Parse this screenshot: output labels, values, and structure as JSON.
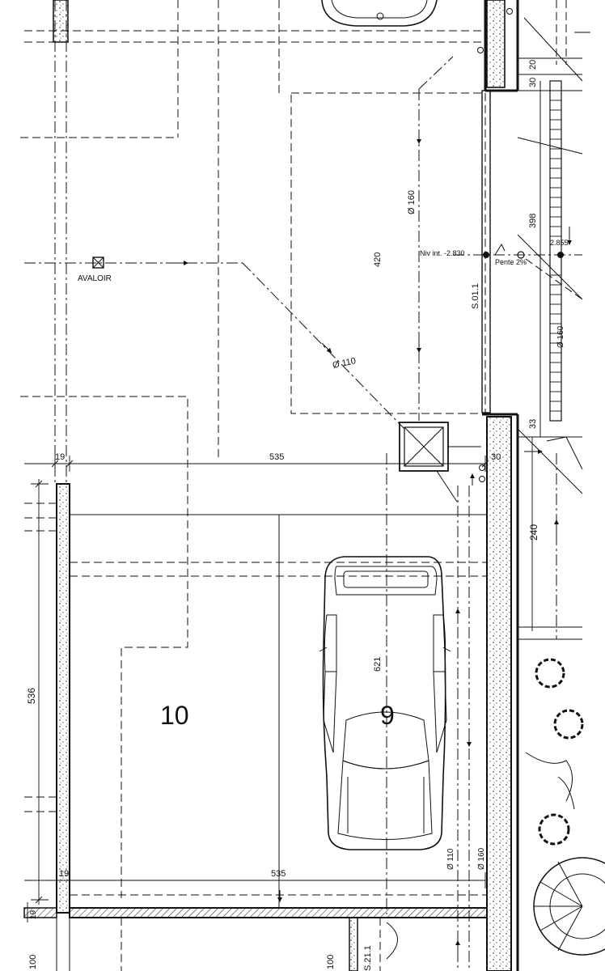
{
  "labels": {
    "avaloir": "AVALOIR",
    "pipe_160_upper": "Ø 160",
    "pipe_110_diag": "Ø 110",
    "niv_int": "Niv int. -2.830",
    "pente": "Pente 2%",
    "level_right": "2.855",
    "pipe_160_right": "Ø 160",
    "section_s011": "S.01.1",
    "pipe_110_lower": "Ø 110",
    "pipe_160_lower": "Ø 160",
    "section_s211": "S.21.1"
  },
  "spaces": {
    "space_10": "10",
    "space_9": "9"
  },
  "dimensions": {
    "d420": "420",
    "d398": "398",
    "d20": "20",
    "d30_top": "30",
    "d33": "33",
    "d30_mid": "30",
    "d240": "240",
    "d19_top": "19",
    "d535_top": "535",
    "d536": "536",
    "d621": "621",
    "d19_bottom": "19",
    "d535_bottom": "535",
    "d19_left": "19",
    "d100_left": "100",
    "d100_mid": "100"
  }
}
